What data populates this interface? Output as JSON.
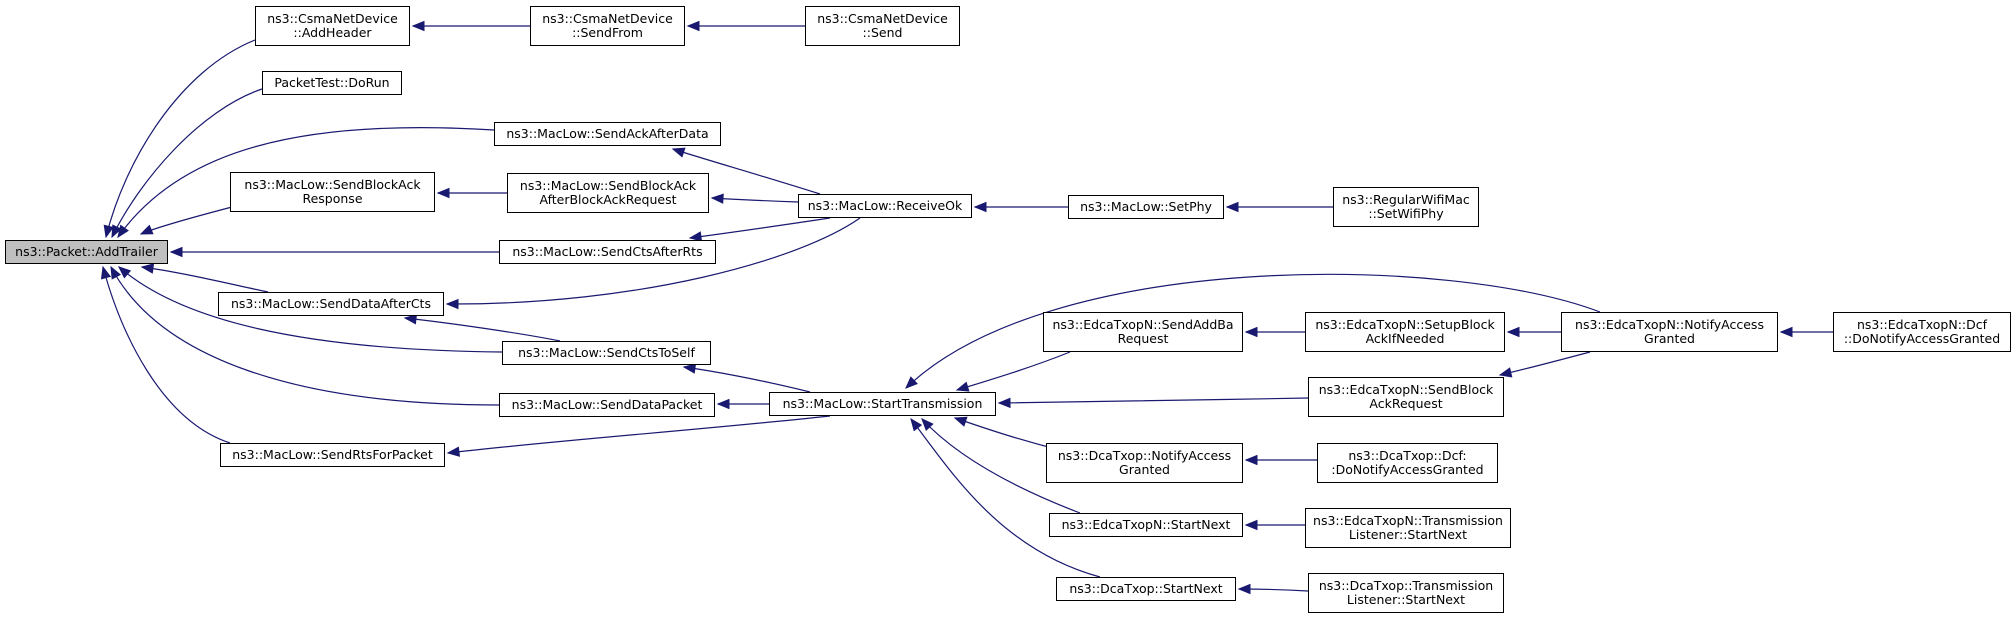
{
  "graph": {
    "edge_color": "#191970",
    "root_fill": "#bfbfbf",
    "nodes": [
      {
        "id": "addtrailer",
        "lines": [
          "ns3::Packet::AddTrailer"
        ],
        "root": true
      },
      {
        "id": "csma-addheader",
        "lines": [
          "ns3::CsmaNetDevice",
          "::AddHeader"
        ]
      },
      {
        "id": "csma-sendfrom",
        "lines": [
          "ns3::CsmaNetDevice",
          "::SendFrom"
        ]
      },
      {
        "id": "csma-send",
        "lines": [
          "ns3::CsmaNetDevice",
          "::Send"
        ]
      },
      {
        "id": "packettest-dorun",
        "lines": [
          "PacketTest::DoRun"
        ]
      },
      {
        "id": "sendackafterdata",
        "lines": [
          "ns3::MacLow::SendAckAfterData"
        ]
      },
      {
        "id": "sendblockackresponse",
        "lines": [
          "ns3::MacLow::SendBlockAck",
          "Response"
        ]
      },
      {
        "id": "sendblockackafterblockackrequest",
        "lines": [
          "ns3::MacLow::SendBlockAck",
          "AfterBlockAckRequest"
        ]
      },
      {
        "id": "receiveok",
        "lines": [
          "ns3::MacLow::ReceiveOk"
        ]
      },
      {
        "id": "setphy",
        "lines": [
          "ns3::MacLow::SetPhy"
        ]
      },
      {
        "id": "regularwifimac-setwifiphy",
        "lines": [
          "ns3::RegularWifiMac",
          "::SetWifiPhy"
        ]
      },
      {
        "id": "sendctsafterrts",
        "lines": [
          "ns3::MacLow::SendCtsAfterRts"
        ]
      },
      {
        "id": "senddataaftercts",
        "lines": [
          "ns3::MacLow::SendDataAfterCts"
        ]
      },
      {
        "id": "sendctstoself",
        "lines": [
          "ns3::MacLow::SendCtsToSelf"
        ]
      },
      {
        "id": "senddatapacket",
        "lines": [
          "ns3::MacLow::SendDataPacket"
        ]
      },
      {
        "id": "sendrtsforpacket",
        "lines": [
          "ns3::MacLow::SendRtsForPacket"
        ]
      },
      {
        "id": "starttransmission",
        "lines": [
          "ns3::MacLow::StartTransmission"
        ]
      },
      {
        "id": "edca-sendaddbarequest",
        "lines": [
          "ns3::EdcaTxopN::SendAddBa",
          "Request"
        ]
      },
      {
        "id": "edca-setupblockackifneeded",
        "lines": [
          "ns3::EdcaTxopN::SetupBlock",
          "AckIfNeeded"
        ]
      },
      {
        "id": "edca-notifyaccessgranted",
        "lines": [
          "ns3::EdcaTxopN::NotifyAccess",
          "Granted"
        ]
      },
      {
        "id": "edca-dcf-donotifyaccessgranted",
        "lines": [
          "ns3::EdcaTxopN::Dcf",
          "::DoNotifyAccessGranted"
        ]
      },
      {
        "id": "edca-sendblockackrequest",
        "lines": [
          "ns3::EdcaTxopN::SendBlock",
          "AckRequest"
        ]
      },
      {
        "id": "dca-notifyaccessgranted",
        "lines": [
          "ns3::DcaTxop::NotifyAccess",
          "Granted"
        ]
      },
      {
        "id": "dca-dcf-donotifyaccessgranted",
        "lines": [
          "ns3::DcaTxop::Dcf:",
          ":DoNotifyAccessGranted"
        ]
      },
      {
        "id": "edca-startnext",
        "lines": [
          "ns3::EdcaTxopN::StartNext"
        ]
      },
      {
        "id": "edca-transmissionlistener-startnext",
        "lines": [
          "ns3::EdcaTxopN::Transmission",
          "Listener::StartNext"
        ]
      },
      {
        "id": "dca-startnext",
        "lines": [
          "ns3::DcaTxop::StartNext"
        ]
      },
      {
        "id": "dca-transmissionlistener-startnext",
        "lines": [
          "ns3::DcaTxop::Transmission",
          "Listener::StartNext"
        ]
      }
    ],
    "edges": [
      [
        "csma-sendfrom",
        "csma-addheader"
      ],
      [
        "csma-send",
        "csma-sendfrom"
      ],
      [
        "csma-addheader",
        "addtrailer"
      ],
      [
        "packettest-dorun",
        "addtrailer"
      ],
      [
        "sendackafterdata",
        "addtrailer"
      ],
      [
        "sendblockackresponse",
        "addtrailer"
      ],
      [
        "sendctsafterrts",
        "addtrailer"
      ],
      [
        "senddataaftercts",
        "addtrailer"
      ],
      [
        "sendctstoself",
        "addtrailer"
      ],
      [
        "senddatapacket",
        "addtrailer"
      ],
      [
        "sendrtsforpacket",
        "addtrailer"
      ],
      [
        "sendblockackafterblockackrequest",
        "sendblockackresponse"
      ],
      [
        "receiveok",
        "sendackafterdata"
      ],
      [
        "receiveok",
        "sendblockackafterblockackrequest"
      ],
      [
        "receiveok",
        "sendctsafterrts"
      ],
      [
        "receiveok",
        "senddataaftercts"
      ],
      [
        "setphy",
        "receiveok"
      ],
      [
        "regularwifimac-setwifiphy",
        "setphy"
      ],
      [
        "sendctstoself",
        "senddataaftercts"
      ],
      [
        "starttransmission",
        "sendctstoself"
      ],
      [
        "starttransmission",
        "senddatapacket"
      ],
      [
        "starttransmission",
        "sendrtsforpacket"
      ],
      [
        "edca-sendaddbarequest",
        "starttransmission"
      ],
      [
        "edca-notifyaccessgranted",
        "starttransmission"
      ],
      [
        "edca-sendblockackrequest",
        "starttransmission"
      ],
      [
        "dca-notifyaccessgranted",
        "starttransmission"
      ],
      [
        "edca-startnext",
        "starttransmission"
      ],
      [
        "dca-startnext",
        "starttransmission"
      ],
      [
        "edca-setupblockackifneeded",
        "edca-sendaddbarequest"
      ],
      [
        "edca-notifyaccessgranted",
        "edca-setupblockackifneeded"
      ],
      [
        "edca-notifyaccessgranted",
        "edca-sendblockackrequest"
      ],
      [
        "edca-dcf-donotifyaccessgranted",
        "edca-notifyaccessgranted"
      ],
      [
        "dca-dcf-donotifyaccessgranted",
        "dca-notifyaccessgranted"
      ],
      [
        "edca-transmissionlistener-startnext",
        "edca-startnext"
      ],
      [
        "dca-transmissionlistener-startnext",
        "dca-startnext"
      ]
    ]
  }
}
